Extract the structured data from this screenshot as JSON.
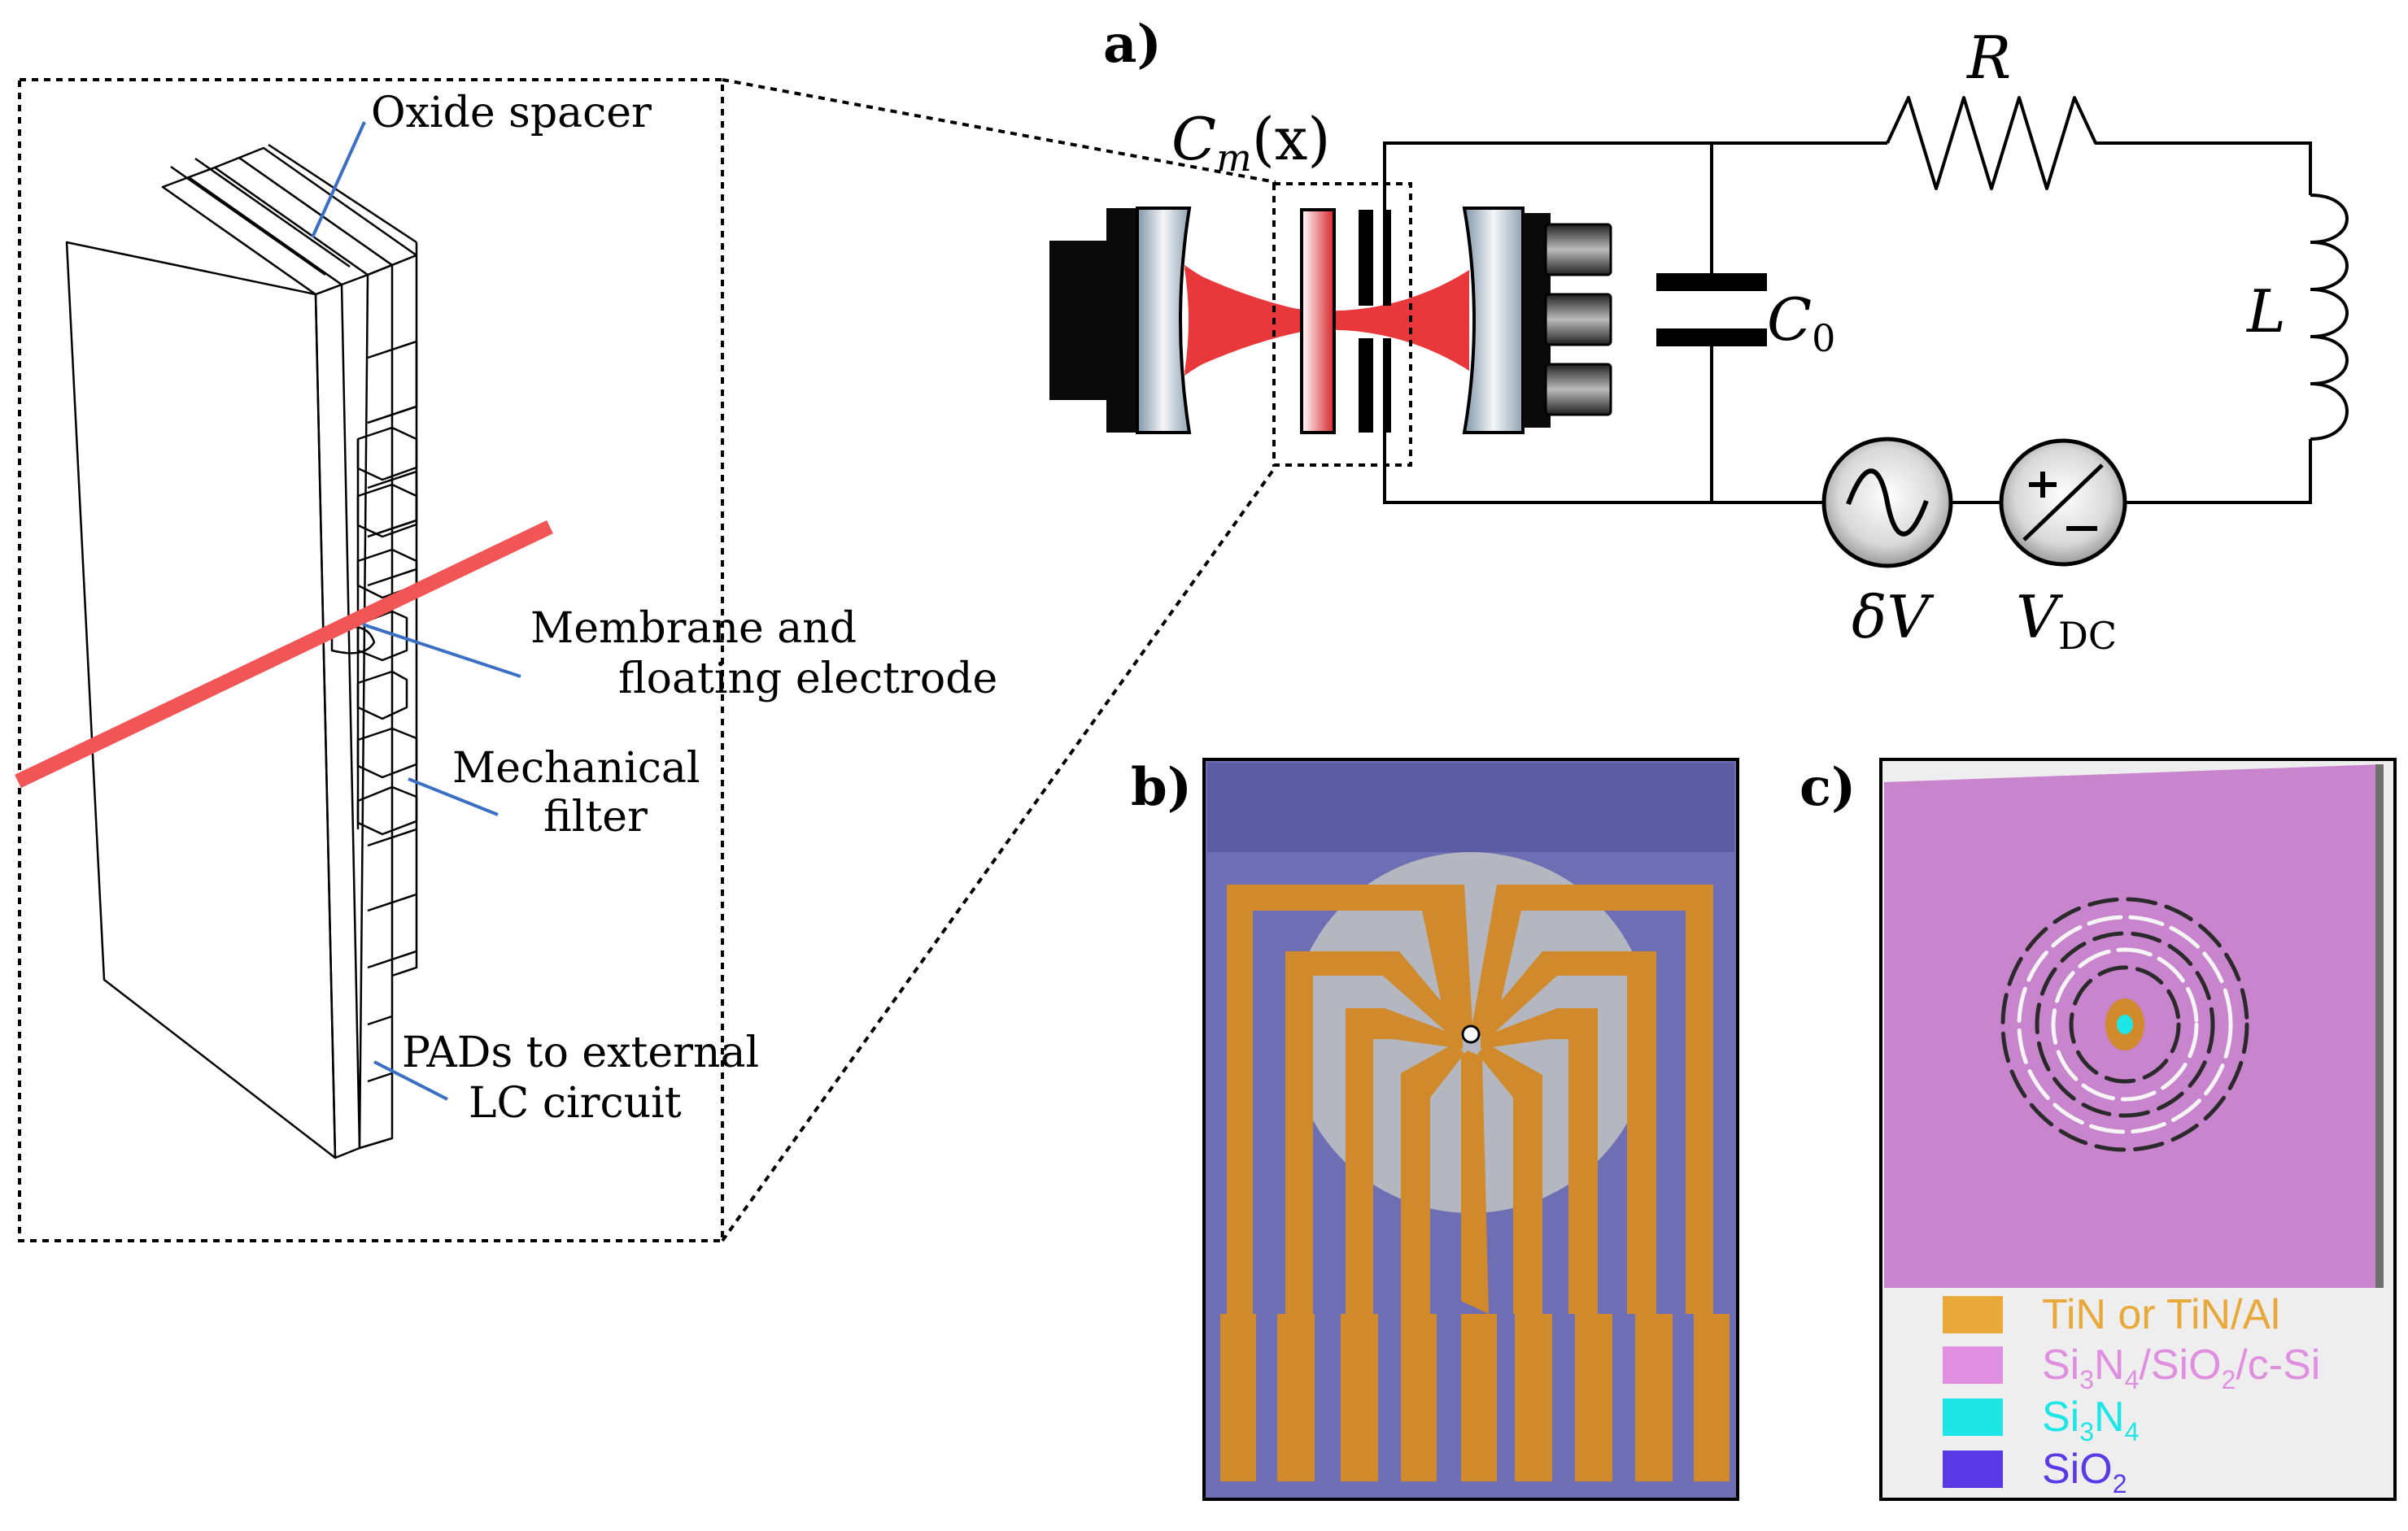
{
  "panels": {
    "a": "a)",
    "b": "b)",
    "c": "c)"
  },
  "device_labels": {
    "oxide_spacer": "Oxide spacer",
    "membrane_line1": "Membrane and",
    "membrane_line2": "floating electrode",
    "filter_line1": "Mechanical",
    "filter_line2": "filter",
    "pads_line1": "PADs to external",
    "pads_line2": "LC circuit"
  },
  "circuit_labels": {
    "cm": "C",
    "cm_sub": "m",
    "cm_arg": "(x)",
    "c0": "C",
    "c0_sub": "0",
    "r": "R",
    "l": "L",
    "dv": "δV",
    "vdc": "V",
    "vdc_sub": "DC"
  },
  "legend": [
    {
      "label": "TiN or TiN/Al",
      "color": "#e8a83a"
    },
    {
      "main": "Si",
      "s1": "3",
      "m2": "N",
      "s2": "4",
      "m3": "/SiO",
      "s3": "2",
      "m4": "/c-Si",
      "color": "#e08fe0"
    },
    {
      "main": "Si",
      "s1": "3",
      "m2": "N",
      "s2": "4",
      "color": "#1fe6e6"
    },
    {
      "main": "SiO",
      "s1": "2",
      "color": "#5a3ae6"
    }
  ],
  "colors": {
    "laser": "#f25555",
    "leader": "#3a6fc4",
    "gold": "#d08a2c",
    "chip_blue": "#6e6eb4",
    "chip_grey": "#b4b6c0",
    "membrane_pink": "#c884cc",
    "red_beam": "#e8383c"
  }
}
